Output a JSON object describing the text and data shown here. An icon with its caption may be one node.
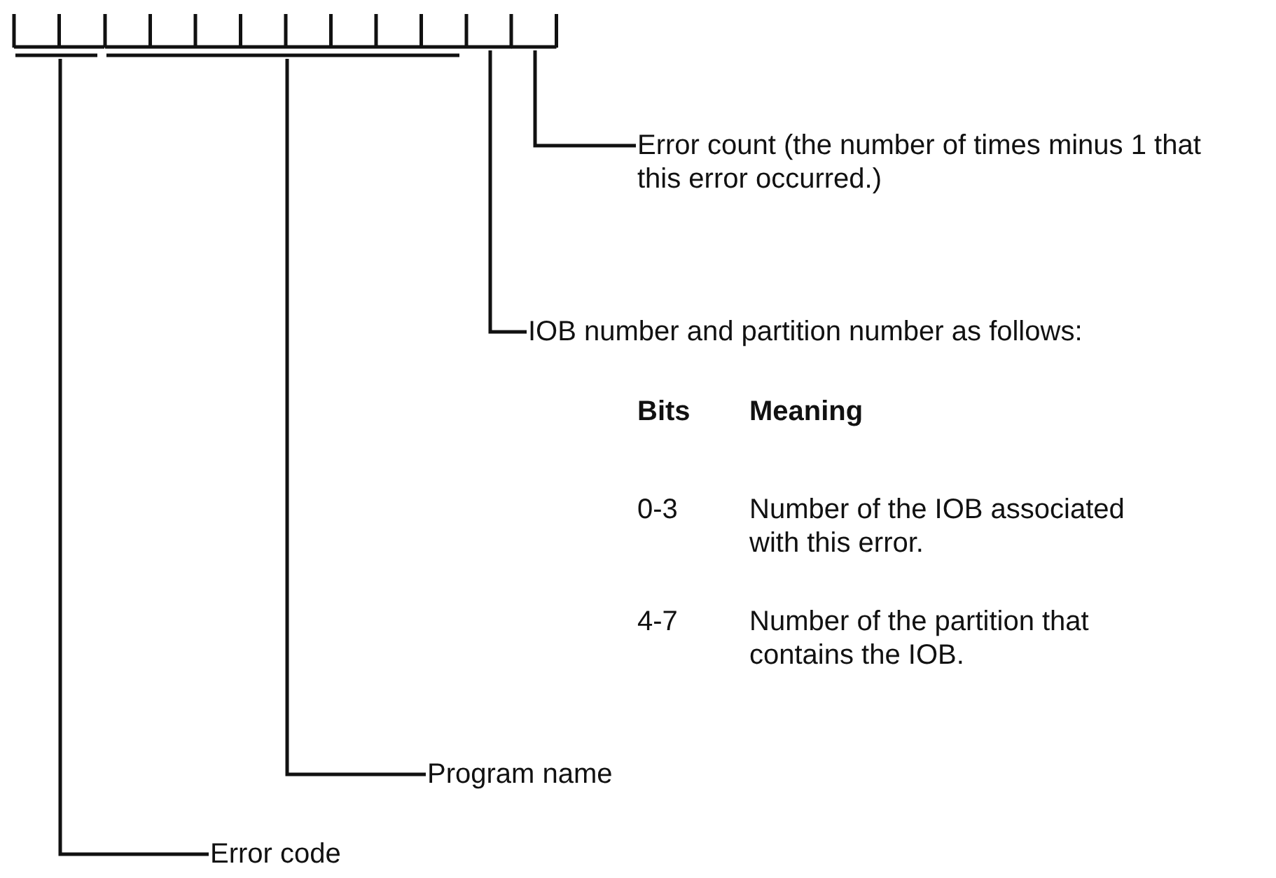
{
  "diagram": {
    "nodes": [
      {
        "text": [],
        "shape": "bar"
      },
      {
        "text": [],
        "shape": "bar"
      },
      {
        "text": [],
        "shape": "bar"
      },
      {
        "text": [],
        "shape": "bar"
      },
      {
        "text": [
          "Error count (the number of times minus 1 that this error occurred.)"
        ]
      },
      {
        "text": [
          "IOB number and partition number as follows:"
        ]
      },
      {
        "text": [
          "Program name"
        ]
      },
      {
        "text": [
          "Error code"
        ]
      }
    ],
    "edges": [
      {
        "from": 4,
        "to": 3,
        "arrow": "none"
      },
      {
        "from": 5,
        "to": 2,
        "arrow": "none"
      },
      {
        "from": 6,
        "to": 1,
        "arrow": "none"
      },
      {
        "from": 7,
        "to": 0,
        "arrow": "none"
      }
    ],
    "labels": [
      "Bits",
      "Meaning",
      "0-3",
      "Number of the IOB associated with this error.",
      "4-7",
      "Number of the partition that contains the IOB."
    ]
  }
}
